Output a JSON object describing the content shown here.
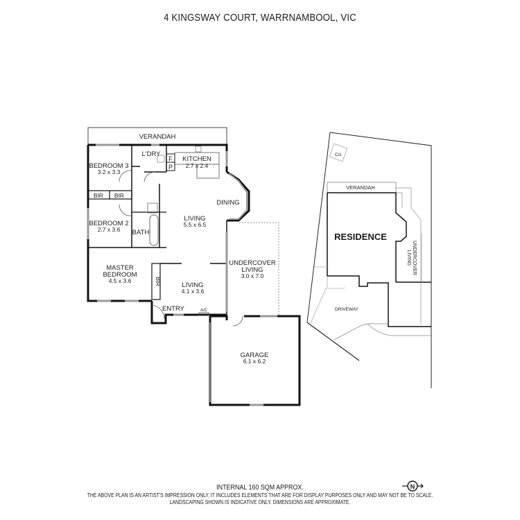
{
  "title": "4 KINGSWAY COURT, WARRNAMBOOL, VIC",
  "floor_plan": {
    "rooms": [
      {
        "id": "verandah",
        "name": "VERANDAH",
        "size": ""
      },
      {
        "id": "laundry",
        "name": "L'DRY",
        "size": ""
      },
      {
        "id": "kitchen",
        "name": "KITCHEN",
        "size": "2.7 x 2.4"
      },
      {
        "id": "fridge",
        "name": "F",
        "size": ""
      },
      {
        "id": "pantry",
        "name": "P",
        "size": ""
      },
      {
        "id": "bedroom3",
        "name": "BEDROOM 3",
        "size": "3.2 x 3.3"
      },
      {
        "id": "bir1",
        "name": "BIR",
        "size": ""
      },
      {
        "id": "bir2",
        "name": "BIR",
        "size": ""
      },
      {
        "id": "bedroom2",
        "name": "BEDROOM 2",
        "size": "2.7 x 3.6"
      },
      {
        "id": "bath",
        "name": "BATH",
        "size": ""
      },
      {
        "id": "dining",
        "name": "DINING",
        "size": ""
      },
      {
        "id": "living1",
        "name": "LIVING",
        "size": "5.5 x 6.5"
      },
      {
        "id": "master",
        "name": "MASTER",
        "name2": "BEDROOM",
        "size": "4.5 x 3.6"
      },
      {
        "id": "bir3",
        "name": "BIR",
        "size": ""
      },
      {
        "id": "living2",
        "name": "LIVING",
        "size": "4.1 x 3.6"
      },
      {
        "id": "undercover",
        "name": "UNDERCOVER",
        "name2": "LIVING",
        "size": "3.0 x 7.0"
      },
      {
        "id": "entry",
        "name": "ENTRY",
        "size": ""
      },
      {
        "id": "ac",
        "name": "A/C",
        "size": ""
      },
      {
        "id": "garage",
        "name": "GARAGE",
        "size": "6.1 x 6.2"
      }
    ]
  },
  "site_plan": {
    "clothesline": "C/L",
    "verandah": "VERANDAH",
    "residence": "RESIDENCE",
    "undercover": "UNDERCOVER",
    "undercover2": "LIVING",
    "driveway": "DRIVEWAY"
  },
  "compass": {
    "label": "N",
    "icon": "north-arrow-icon"
  },
  "footer": {
    "area": "INTERNAL 160 SQM APPROX.",
    "disclaimer1": "THE ABOVE PLAN IS AN ARTIST'S IMPRESSION ONLY, IT INCLUDES ELEMENTS THAT ARE FOR DISPLAY PURPOSES ONLY AND MAY NOT BE TO SCALE.",
    "disclaimer2": "LANDSCAPING SHOWN IS INDICATIVE ONLY. DIMENSIONS ARE APPROXIMATE."
  },
  "colors": {
    "wall": "#111111",
    "window": "#9a9a9a",
    "thin": "#777777",
    "background": "#ffffff"
  }
}
